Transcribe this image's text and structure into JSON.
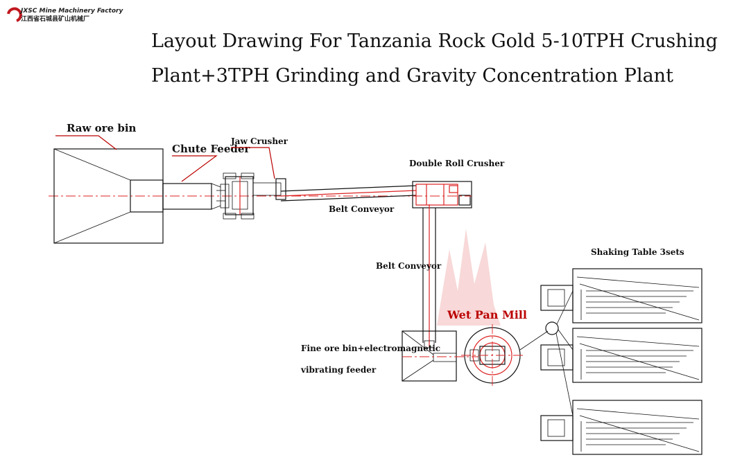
{
  "logo": {
    "company_en": "JXSC Mine Machinery Factory",
    "company_cn": "江西省石城县矿山机械厂",
    "brand_color": "#c0181e"
  },
  "title": {
    "line1": "Layout Drawing For Tanzania Rock Gold 5-10TPH Crushing",
    "line2": "Plant+3TPH Grinding and Gravity Concentration Plant"
  },
  "labels": {
    "raw_ore_bin": "Raw ore bin",
    "chute_feeder": "Chute Feeder",
    "jaw_crusher": "Jaw Crusher",
    "double_roll_crusher": "Double Roll Crusher",
    "belt_conveyor_1": "Belt Conveyor",
    "belt_conveyor_2": "Belt Conveyor",
    "wet_pan_mill": "Wet Pan Mill",
    "fine_ore_bin_line1": "Fine ore bin+electromagnetic",
    "fine_ore_bin_line2": "vibrating feeder",
    "shaking_table": "Shaking Table 3sets"
  },
  "colors": {
    "line": "#111111",
    "center_line": "#dd2222",
    "leader": "#b00000",
    "watermark": "#5b9bd5"
  }
}
